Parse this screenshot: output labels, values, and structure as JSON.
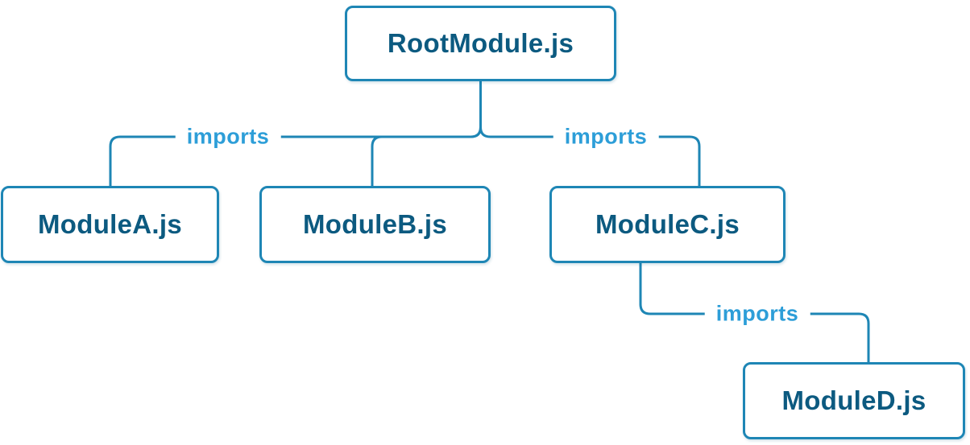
{
  "diagram": {
    "type": "module-import-tree",
    "nodes": [
      {
        "id": "root",
        "label": "RootModule.js"
      },
      {
        "id": "moduleA",
        "label": "ModuleA.js"
      },
      {
        "id": "moduleB",
        "label": "ModuleB.js"
      },
      {
        "id": "moduleC",
        "label": "ModuleC.js"
      },
      {
        "id": "moduleD",
        "label": "ModuleD.js"
      }
    ],
    "edges": [
      {
        "from": "RootModule.js",
        "to": "ModuleA.js",
        "label": "imports"
      },
      {
        "from": "RootModule.js",
        "to": "ModuleB.js",
        "label": ""
      },
      {
        "from": "RootModule.js",
        "to": "ModuleC.js",
        "label": "imports"
      },
      {
        "from": "ModuleC.js",
        "to": "ModuleD.js",
        "label": "imports"
      }
    ],
    "colors": {
      "line": "#1e86b5",
      "node_border": "#1e86b5",
      "node_background": "#ffffff",
      "node_text": "#0c5a80",
      "edge_label_text": "#2d9ed8",
      "background": "#ffffff"
    }
  }
}
